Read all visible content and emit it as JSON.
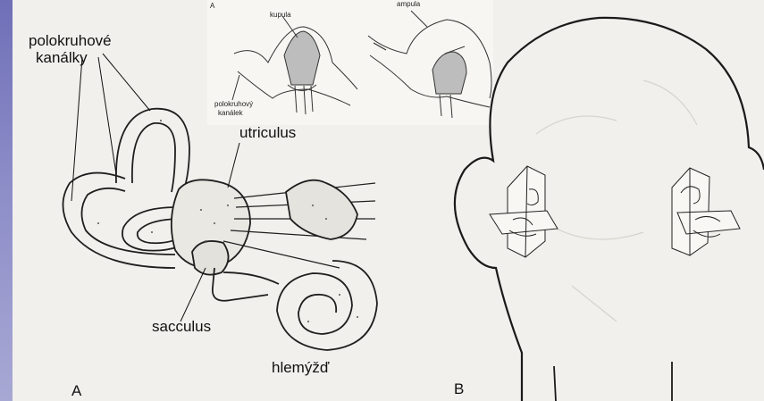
{
  "labels": {
    "semicircular_canals": [
      "polokruhové",
      "kanálky"
    ],
    "utriculus": "utriculus",
    "sacculus": "sacculus",
    "cochlea": "hlemýžď",
    "panel_a": "A",
    "panel_b": "B"
  },
  "inset": {
    "panel": "A",
    "kupula": "kupula",
    "ampula": "ampula",
    "canal": [
      "polokruhový",
      "kanálek"
    ]
  },
  "colors": {
    "sidebar": "#8c8cc8",
    "background": "#f1f0ec",
    "ink": "#111111"
  }
}
